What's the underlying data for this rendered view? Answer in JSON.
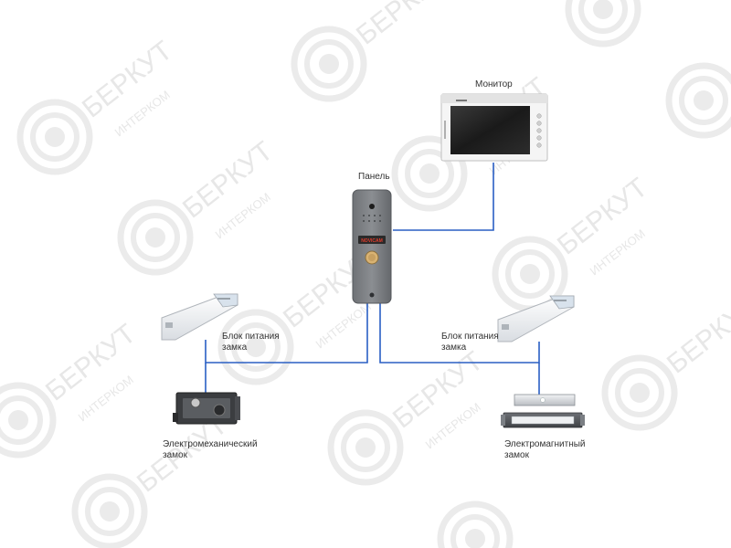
{
  "watermark": {
    "brand": "БЕРКУТ",
    "sub": "ИНТЕРКОМ"
  },
  "monitor": {
    "label": "Монитор"
  },
  "panel": {
    "label": "Панель",
    "brand": "NOVICAM"
  },
  "psu_left": {
    "label_line1": "Блок питания",
    "label_line2": "замка"
  },
  "psu_right": {
    "label_line1": "Блок питания",
    "label_line2": "замка"
  },
  "lock_left": {
    "label_line1": "Электромеханический",
    "label_line2": "замок"
  },
  "lock_right": {
    "label_line1": "Электромагнитный",
    "label_line2": "замок"
  },
  "colors": {
    "wire": "#2a5fc4",
    "watermark": "#e7e7e7",
    "text": "#333333"
  }
}
